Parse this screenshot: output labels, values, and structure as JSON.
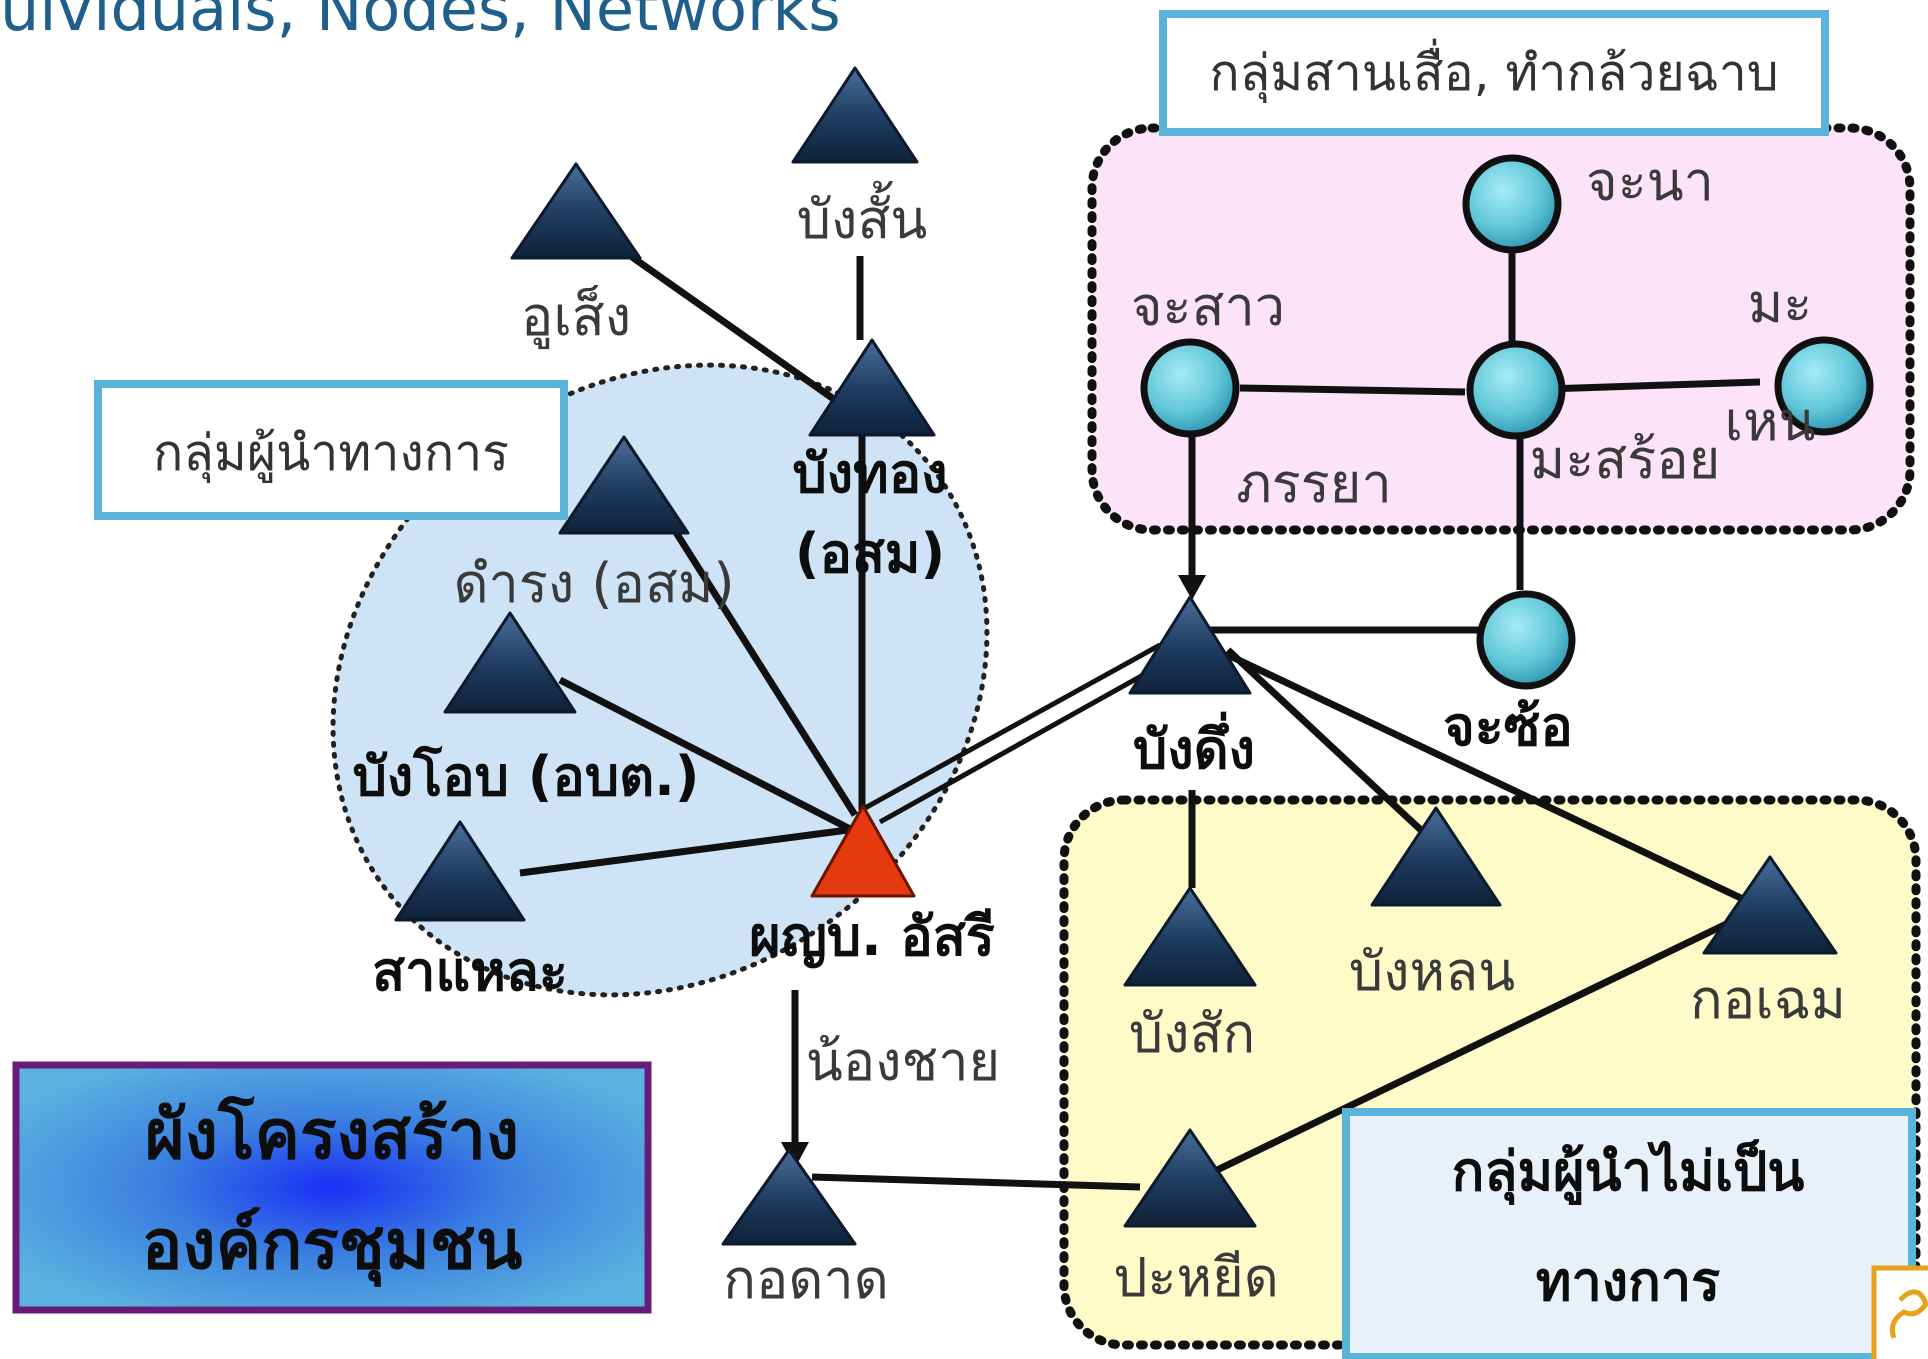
{
  "heading": "uividuals, Nodes, Networks",
  "groups": {
    "official": "กลุ่มผู้นำทางการ",
    "weaving": "กลุ่มสานเสื่อ, ทำกล้วยฉาบ",
    "unofficial_line1": "กลุ่มผู้นำไม่เป็น",
    "unofficial_line2": "ทางการ"
  },
  "title": {
    "line1": "ผังโครงสร้าง",
    "line2": "องค์กรชุมชน"
  },
  "nodes": {
    "bang_san": "บังสั้น",
    "u_seng": "อูเส็ง",
    "bang_thong_1": "บังทอง",
    "bang_thong_2": "(อสม)",
    "dam_rong": "ดำรง (อสม)",
    "bang_op": "บังโอบ (อบต.)",
    "sa_le": "สาแหละ",
    "headman": "ผญบ. อัสรี",
    "ko_dat": "กอดาด",
    "ja_sao": "จะสาว",
    "ja_na": "จะนา",
    "ma_ma": "มะ",
    "ma_hen": "เหน",
    "ma_soi": "มะสร้อย",
    "ja_so": "จะซ้อ",
    "bang_ding": "บังดึ่ง",
    "bang_sak": "บังสัก",
    "bang_lon": "บังหลน",
    "ko_choem": "กอเฉม",
    "pa_yuet": "ปะหยีด"
  },
  "edge_labels": {
    "wife": "ภรรยา",
    "younger_brother": "น้องชาย"
  },
  "colors": {
    "triangle": "#1b3556",
    "triangle_highlight": "#e53a10",
    "circle": "#5fc6d8",
    "box_border": "#5ab4da",
    "region_blue": "#cfe3f7",
    "region_pink": "#fde3f8",
    "region_yellow": "#fffbc9"
  }
}
